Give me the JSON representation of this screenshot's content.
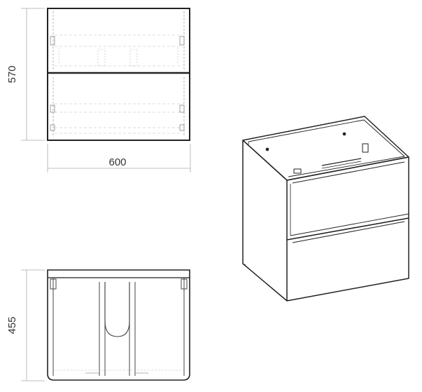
{
  "dimensions": {
    "height": "570",
    "width": "600",
    "depth": "455"
  },
  "colors": {
    "outline": "#222222",
    "light_line": "#9a9a9a",
    "dim_line": "#aaaaaa",
    "text": "#333333"
  }
}
